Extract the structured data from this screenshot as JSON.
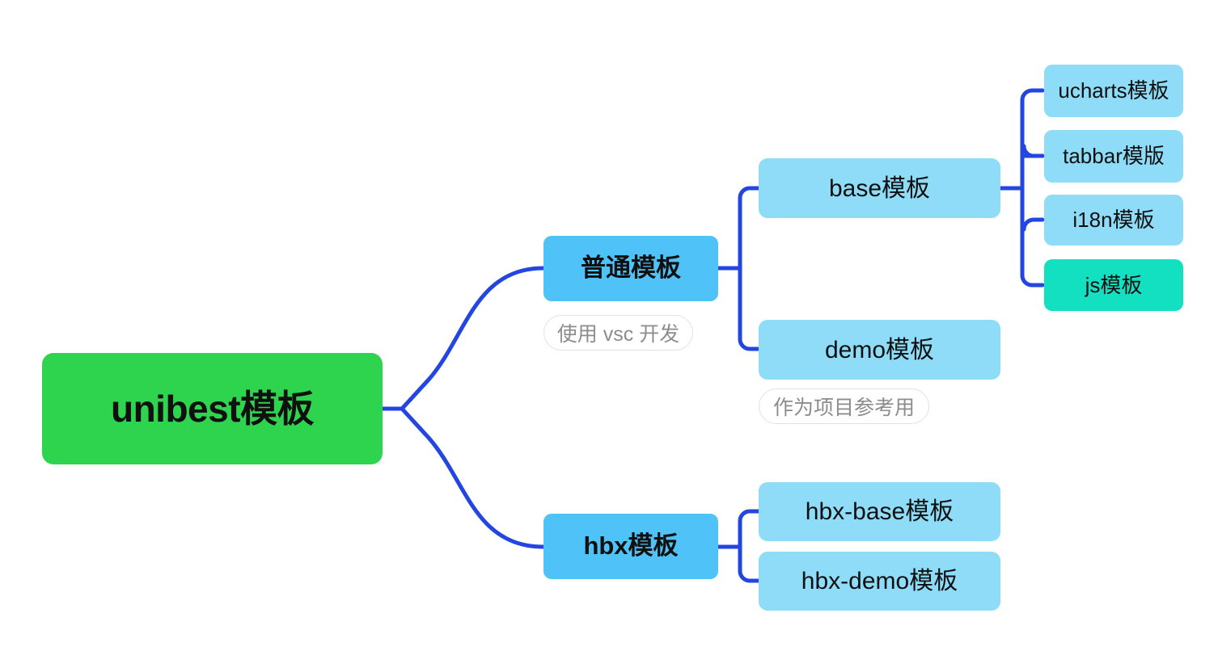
{
  "diagram": {
    "type": "mindmap",
    "title": "unibest模板",
    "background": "#ffffff",
    "edge_color": "#2346e0",
    "colors": {
      "root": "#2fd44e",
      "branch": "#4fc3f7",
      "leaf": "#8edcf8",
      "accent_leaf": "#12e0c0",
      "note_border": "#e2e2e2",
      "note_text": "#8c8c8c",
      "node_text": "#101010"
    }
  },
  "root": {
    "label": "unibest模板"
  },
  "branches": [
    {
      "id": "normal",
      "label": "普通模板",
      "note": "使用 vsc 开发",
      "children": [
        {
          "id": "base",
          "label": "base模板",
          "children": [
            {
              "id": "ucharts",
              "label": "ucharts模板",
              "accent": false
            },
            {
              "id": "tabbar",
              "label": "tabbar模版",
              "accent": false
            },
            {
              "id": "i18n",
              "label": "i18n模板",
              "accent": false
            },
            {
              "id": "js",
              "label": "js模板",
              "accent": true
            }
          ]
        },
        {
          "id": "demo",
          "label": "demo模板",
          "note": "作为项目参考用",
          "children": []
        }
      ]
    },
    {
      "id": "hbx",
      "label": "hbx模板",
      "children": [
        {
          "id": "hbx-base",
          "label": "hbx-base模板"
        },
        {
          "id": "hbx-demo",
          "label": "hbx-demo模板"
        }
      ]
    }
  ]
}
